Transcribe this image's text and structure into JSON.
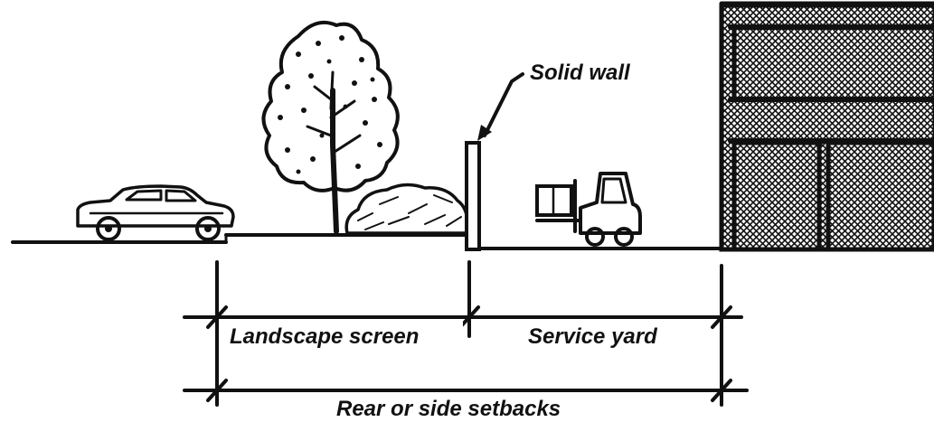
{
  "labels": {
    "solid_wall": "Solid wall",
    "landscape_screen": "Landscape screen",
    "service_yard": "Service yard",
    "setbacks": "Rear or side setbacks"
  },
  "colors": {
    "ink": "#111111",
    "background": "#ffffff"
  }
}
